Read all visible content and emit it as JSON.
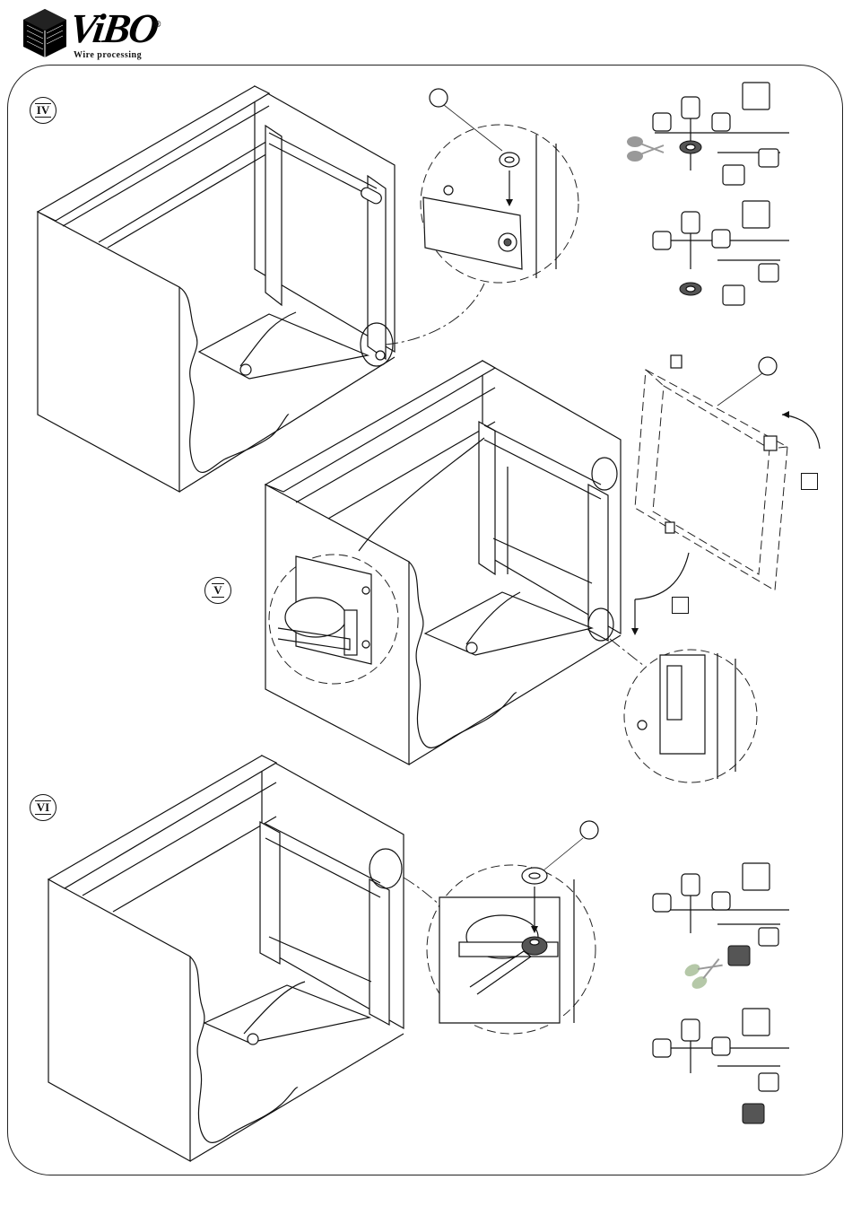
{
  "header": {
    "brand": "ViBO",
    "registered": "®",
    "tagline": "Wire processing"
  },
  "steps": [
    {
      "numeral": "IV"
    },
    {
      "numeral": "V"
    },
    {
      "numeral": "VI"
    }
  ],
  "icons": {
    "logo": "cube-logo-icon",
    "scissors": "scissors-icon"
  },
  "colors": {
    "line": "#111111",
    "accent_gray": "#555555",
    "scissors_gray": "#999999"
  }
}
